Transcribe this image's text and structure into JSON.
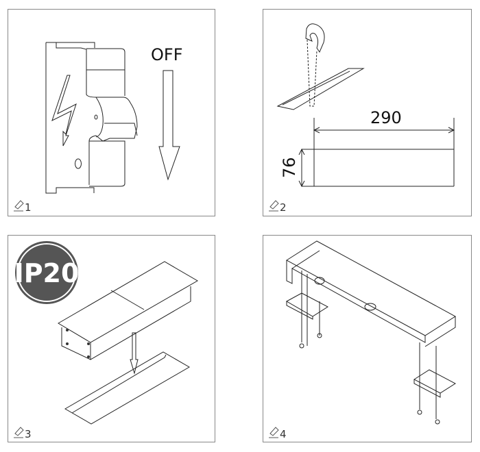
{
  "steps": [
    {
      "number": "1",
      "label": "OFF"
    },
    {
      "number": "2",
      "dim_width": "290",
      "dim_height": "76"
    },
    {
      "number": "3",
      "badge": "IP20"
    },
    {
      "number": "4"
    }
  ],
  "colors": {
    "badge": "#555555",
    "frame": "#888888",
    "line": "#222222"
  }
}
